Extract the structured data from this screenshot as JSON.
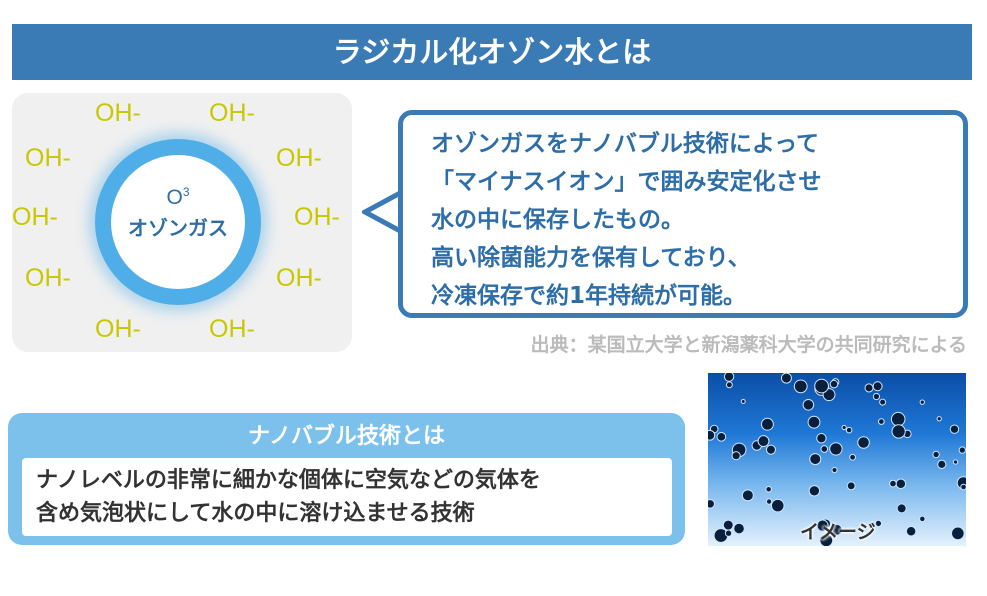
{
  "header": {
    "title": "ラジカル化オゾン水とは"
  },
  "diagram": {
    "ion_label": "OH-",
    "ion_count": 10,
    "center_formula": "O",
    "center_subscript": "3",
    "center_label": "オゾンガス"
  },
  "description": {
    "lines": [
      "オゾンガスをナノバブル技術によって",
      "「マイナスイオン」で囲み安定化させ",
      "水の中に保存したもの。",
      "高い除菌能力を保有しており、",
      "冷凍保存で約1年持続が可能。"
    ]
  },
  "source": "出典：某国立大学と新潟薬科大学の共同研究による",
  "nano": {
    "title": "ナノバブル技術とは",
    "lines": [
      "ナノレベルの非常に細かな個体に空気などの気体を",
      "含め気泡状にして水の中に溶け込ませる技術"
    ]
  },
  "image": {
    "caption": "イメージ"
  },
  "colors": {
    "primary": "#3a7bb6",
    "ring": "#4faee7",
    "ion": "#c8c800",
    "light": "#7cc1ec"
  }
}
